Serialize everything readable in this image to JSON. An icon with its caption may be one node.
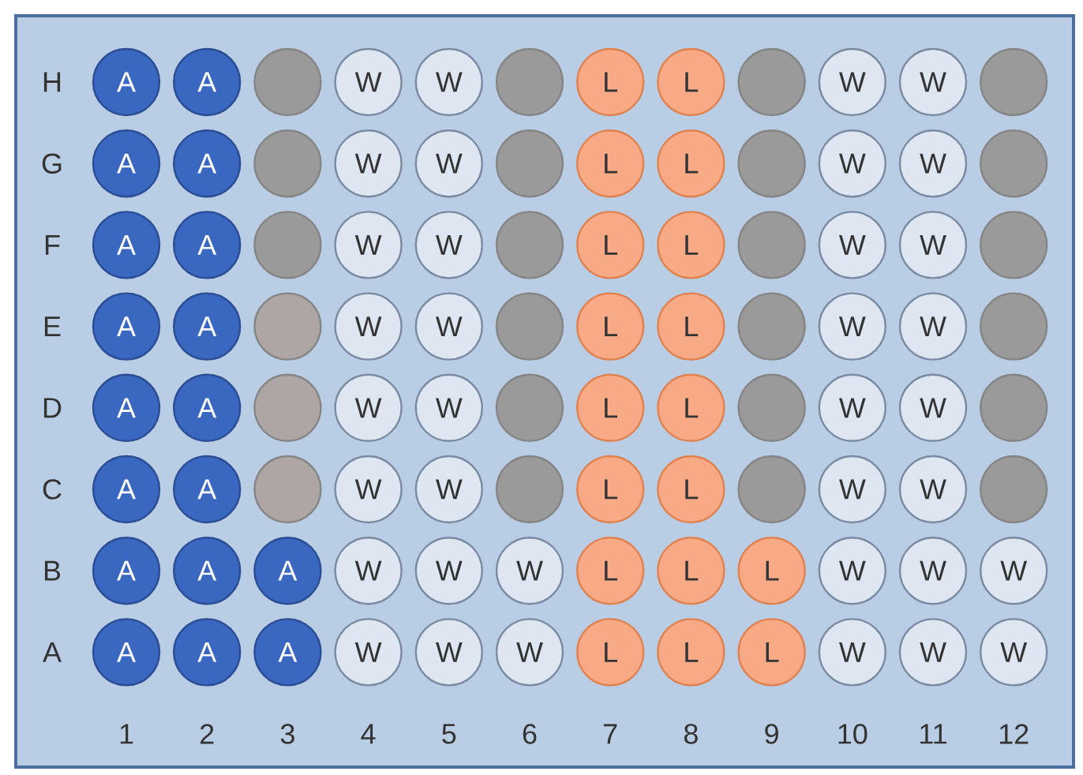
{
  "diagram": {
    "nodes": [
      {
        "text": [
          "A"
        ]
      },
      {
        "text": [
          "A"
        ]
      },
      {
        "text": [],
        "shape": "circle"
      },
      {
        "text": [
          "W"
        ]
      },
      {
        "text": [
          "W"
        ]
      },
      {
        "text": [],
        "shape": "circle"
      },
      {
        "text": [
          "L"
        ]
      },
      {
        "text": [
          "L"
        ]
      },
      {
        "text": [],
        "shape": "circle"
      },
      {
        "text": [
          "W"
        ]
      },
      {
        "text": [
          "W"
        ]
      },
      {
        "text": [],
        "shape": "circle"
      },
      {
        "text": [
          "A"
        ]
      },
      {
        "text": [
          "A"
        ]
      },
      {
        "text": [],
        "shape": "circle"
      },
      {
        "text": [
          "W"
        ]
      },
      {
        "text": [
          "W"
        ]
      },
      {
        "text": [],
        "shape": "circle"
      },
      {
        "text": [
          "L"
        ]
      },
      {
        "text": [
          "L"
        ]
      },
      {
        "text": [],
        "shape": "circle"
      },
      {
        "text": [
          "W"
        ]
      },
      {
        "text": [
          "W"
        ]
      },
      {
        "text": [],
        "shape": "circle"
      },
      {
        "text": [
          "A"
        ]
      },
      {
        "text": [
          "A"
        ]
      },
      {
        "text": [],
        "shape": "circle"
      },
      {
        "text": [
          "W"
        ]
      },
      {
        "text": [
          "W"
        ]
      },
      {
        "text": [],
        "shape": "circle"
      },
      {
        "text": [
          "L"
        ]
      },
      {
        "text": [
          "L"
        ]
      },
      {
        "text": [],
        "shape": "circle"
      },
      {
        "text": [
          "W"
        ]
      },
      {
        "text": [
          "W"
        ]
      },
      {
        "text": [],
        "shape": "circle"
      },
      {
        "text": [
          "A"
        ]
      },
      {
        "text": [
          "A"
        ]
      },
      {
        "text": [],
        "shape": "circle"
      },
      {
        "text": [
          "W"
        ]
      },
      {
        "text": [
          "W"
        ]
      },
      {
        "text": [],
        "shape": "circle"
      },
      {
        "text": [
          "L"
        ]
      },
      {
        "text": [
          "L"
        ]
      },
      {
        "text": [],
        "shape": "circle"
      },
      {
        "text": [
          "W"
        ]
      },
      {
        "text": [
          "W"
        ]
      },
      {
        "text": [],
        "shape": "circle"
      },
      {
        "text": [
          "A"
        ]
      },
      {
        "text": [
          "A"
        ]
      },
      {
        "text": [],
        "shape": "circle"
      },
      {
        "text": [
          "W"
        ]
      },
      {
        "text": [
          "W"
        ]
      },
      {
        "text": [],
        "shape": "circle"
      },
      {
        "text": [
          "L"
        ]
      },
      {
        "text": [
          "L"
        ]
      },
      {
        "text": [],
        "shape": "circle"
      },
      {
        "text": [
          "W"
        ]
      },
      {
        "text": [
          "W"
        ]
      },
      {
        "text": [],
        "shape": "circle"
      },
      {
        "text": [
          "A"
        ]
      },
      {
        "text": [
          "A"
        ]
      },
      {
        "text": [],
        "shape": "circle"
      },
      {
        "text": [
          "W"
        ]
      },
      {
        "text": [
          "W"
        ]
      },
      {
        "text": [],
        "shape": "circle"
      },
      {
        "text": [
          "L"
        ]
      },
      {
        "text": [
          "L"
        ]
      },
      {
        "text": [],
        "shape": "circle"
      },
      {
        "text": [
          "W"
        ]
      },
      {
        "text": [
          "W"
        ]
      },
      {
        "text": [],
        "shape": "circle"
      },
      {
        "text": [
          "A"
        ]
      },
      {
        "text": [
          "A"
        ]
      },
      {
        "text": [
          "A"
        ]
      },
      {
        "text": [
          "W"
        ]
      },
      {
        "text": [
          "W"
        ]
      },
      {
        "text": [
          "W"
        ]
      },
      {
        "text": [
          "L"
        ]
      },
      {
        "text": [
          "L"
        ]
      },
      {
        "text": [
          "L"
        ]
      },
      {
        "text": [
          "W"
        ]
      },
      {
        "text": [
          "W"
        ]
      },
      {
        "text": [
          "W"
        ]
      },
      {
        "text": [
          "A"
        ]
      },
      {
        "text": [
          "A"
        ]
      },
      {
        "text": [
          "A"
        ]
      },
      {
        "text": [
          "W"
        ]
      },
      {
        "text": [
          "W"
        ]
      },
      {
        "text": [
          "W"
        ]
      },
      {
        "text": [
          "L"
        ]
      },
      {
        "text": [
          "L"
        ]
      },
      {
        "text": [
          "L"
        ]
      },
      {
        "text": [
          "W"
        ]
      },
      {
        "text": [
          "W"
        ]
      },
      {
        "text": [
          "W"
        ]
      }
    ],
    "labels": [
      "H",
      "G",
      "F",
      "E",
      "D",
      "C",
      "B",
      "A",
      "1",
      "2",
      "3",
      "4",
      "5",
      "6",
      "7",
      "8",
      "9",
      "10",
      "11",
      "12"
    ]
  }
}
